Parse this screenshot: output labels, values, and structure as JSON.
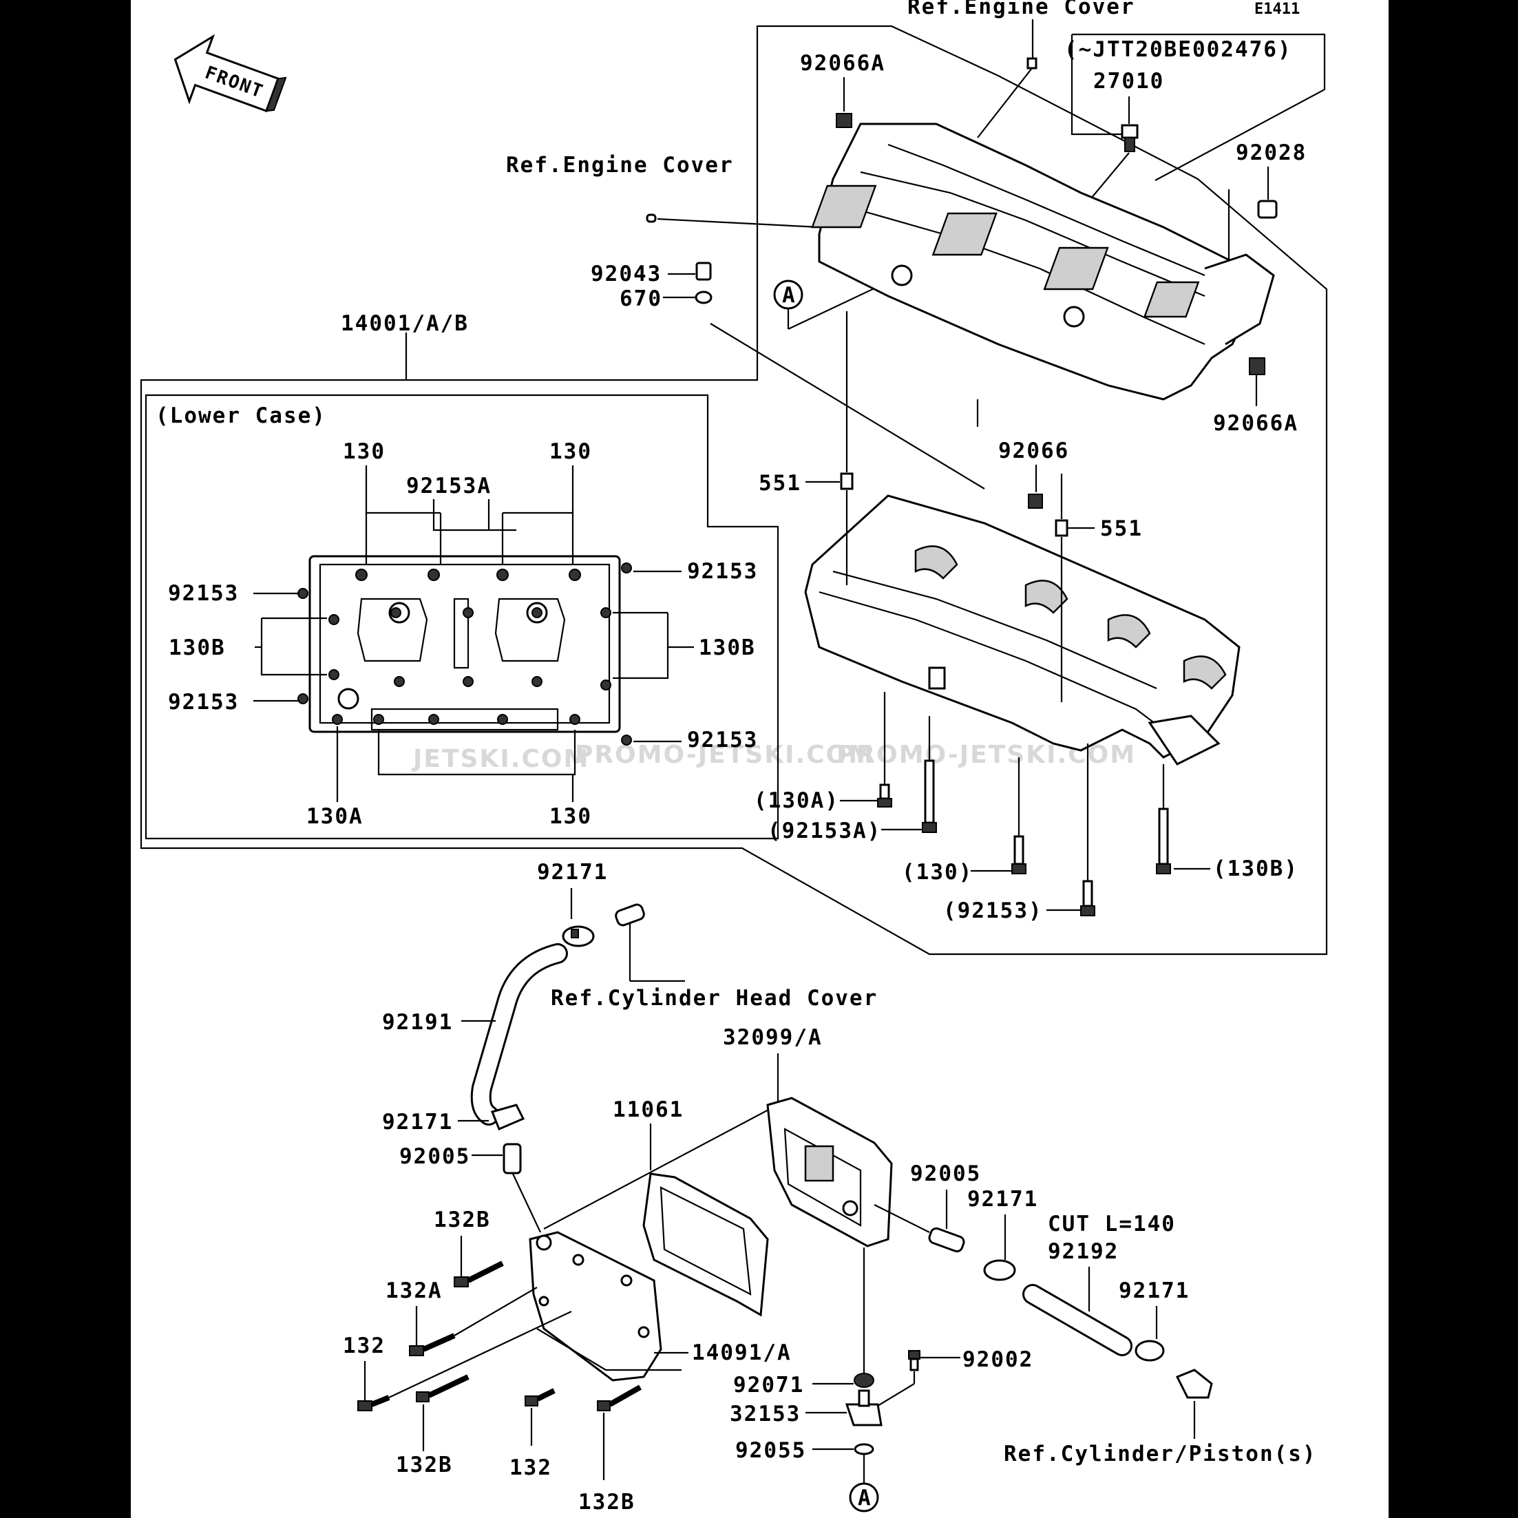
{
  "diagram_code": "E1411",
  "front_label": "FRONT",
  "watermarks": [
    "JETSKI.COM",
    "PROMO-JETSKI.COM",
    "PROMO-JETSKI.COM"
  ],
  "labels": {
    "ref_engine_cover_top": "Ref.Engine Cover",
    "ref_engine_cover_mid": "Ref.Engine Cover",
    "serial_note": "(~JTT20BE002476)",
    "p27010": "27010",
    "p92066A_top": "92066A",
    "p92028": "92028",
    "p92066A_right": "92066A",
    "p92043": "92043",
    "p670": "670",
    "callout_A_top": "A",
    "p14001": "14001/A/B",
    "lower_case": "(Lower Case)",
    "p130_tl": "130",
    "p130_tr": "130",
    "p92153A": "92153A",
    "p92153_r1": "92153",
    "p92153_l1": "92153",
    "p130B_l": "130B",
    "p130B_r": "130B",
    "p92153_l2": "92153",
    "p92153_r2": "92153",
    "p130A": "130A",
    "p130_b": "130",
    "p92066": "92066",
    "p551_l": "551",
    "p551_r": "551",
    "p130A_paren": "(130A)",
    "p92153A_paren": "(92153A)",
    "p130_paren": "(130)",
    "p130B_paren": "(130B)",
    "p92153_paren": "(92153)",
    "p92171_top": "92171",
    "ref_cyl_head_cover": "Ref.Cylinder Head Cover",
    "p92191": "92191",
    "p32099": "32099/A",
    "p11061": "11061",
    "p92171_mid": "92171",
    "p92005_l": "92005",
    "p92005_r": "92005",
    "p92171_r1": "92171",
    "cut_note": "CUT L=140",
    "p92192": "92192",
    "p92171_r2": "92171",
    "p132B_top": "132B",
    "p132A": "132A",
    "p132_l": "132",
    "p14091": "14091/A",
    "p92002": "92002",
    "p92071": "92071",
    "p32153": "32153",
    "p92055": "92055",
    "p132B_bl": "132B",
    "p132_b": "132",
    "p132B_b": "132B",
    "callout_A_bottom": "A",
    "ref_cyl_piston": "Ref.Cylinder/Piston(s)"
  }
}
